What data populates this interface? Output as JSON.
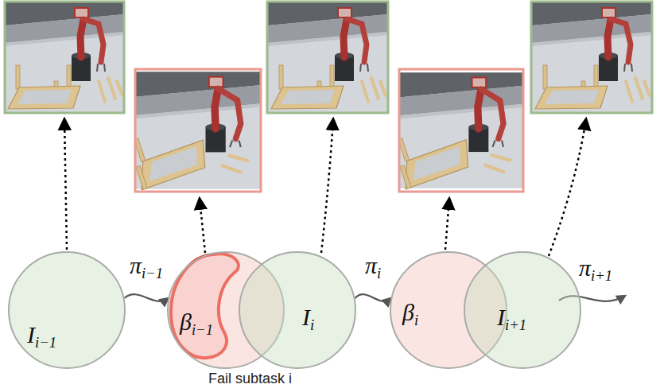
{
  "diagram": {
    "nodes": [
      {
        "text": [
          "Ii−1"
        ]
      },
      {
        "text": [
          "βi−1"
        ]
      },
      {
        "text": [
          "Ii"
        ]
      },
      {
        "text": [
          "βi"
        ]
      },
      {
        "text": [
          "Ii+1"
        ]
      }
    ],
    "edges": [
      {
        "from": 0,
        "to": 1,
        "arrow": "to",
        "label": "πi−1"
      },
      {
        "from": 2,
        "to": 3,
        "arrow": "to",
        "label": "πi"
      }
    ],
    "labels": [
      "πi+1",
      "Fail subtask i"
    ]
  }
}
